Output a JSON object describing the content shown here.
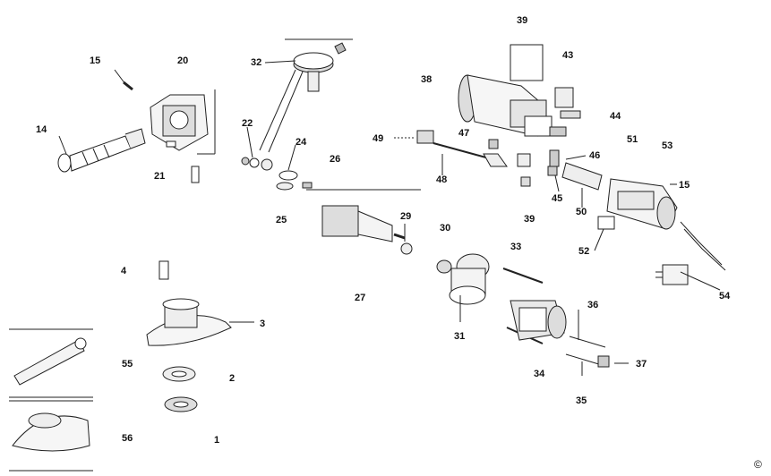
{
  "diagram": {
    "labels": [
      "1",
      "2",
      "3",
      "4",
      "14",
      "15",
      "15",
      "20",
      "21",
      "22",
      "24",
      "25",
      "26",
      "27",
      "29",
      "30",
      "31",
      "32",
      "33",
      "34",
      "35",
      "36",
      "37",
      "38",
      "39",
      "39",
      "43",
      "44",
      "45",
      "46",
      "47",
      "48",
      "49",
      "50",
      "51",
      "52",
      "53",
      "54",
      "55",
      "56"
    ],
    "copyright": "©"
  }
}
